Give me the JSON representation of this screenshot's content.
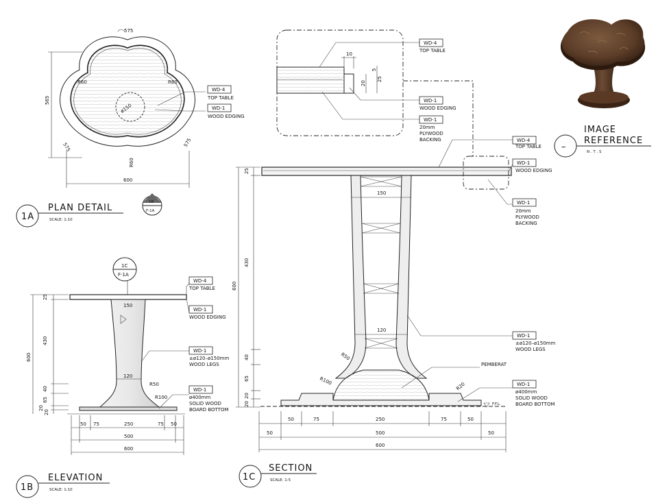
{
  "plan": {
    "title": "PLAN DETAIL",
    "number": "1A",
    "scale": "SCALE: 1:10",
    "dim_top": "575",
    "dim_left": "565",
    "dim_bottom": "600",
    "dim_diameter": "ø150",
    "r60_a": "R60",
    "r60_b": "R60",
    "r60_c": "R60",
    "r575_a": "575",
    "r575_b": "575",
    "tag1_code": "WD-4",
    "tag1_desc": "TOP TABLE",
    "tag2_code": "WD-1",
    "tag2_desc": "WOOD EDGING",
    "ref_top": "1B",
    "ref_bottom": "F-1A"
  },
  "elevation": {
    "title": "ELEVATION",
    "number": "1B",
    "scale": "SCALE: 1:10",
    "ref_top": "1C",
    "ref_bottom": "F-1A",
    "dims_left": [
      "25",
      "430",
      "40",
      "65",
      "20",
      "20"
    ],
    "dim_total": "600",
    "dim_150": "150",
    "dim_120": "120",
    "r50": "R50",
    "r100": "R100",
    "dims_bottom": [
      "50",
      "75",
      "250",
      "75",
      "50"
    ],
    "dim_500": "500",
    "dim_600": "600",
    "tags": [
      {
        "code": "WD-4",
        "desc": "TOP TABLE"
      },
      {
        "code": "WD-1",
        "desc": "WOOD EDGING"
      },
      {
        "code": "WD-1",
        "desc1": "±ø120–ø150mm",
        "desc2": "WOOD LEGS"
      },
      {
        "code": "WD-1",
        "desc1": "ø400mm",
        "desc2": "SOLID WOOD",
        "desc3": "BOARD BOTTOM"
      }
    ]
  },
  "section": {
    "title": "SECTION",
    "number": "1C",
    "scale": "SCALE: 1:5",
    "dims_left": [
      "25",
      "430",
      "40",
      "65",
      "20",
      "20"
    ],
    "dim_total": "600",
    "dim_150": "150",
    "dim_120": "120",
    "r50": "R50",
    "r100": "R100",
    "r20": "R20",
    "pemberat": "PEMBERAT",
    "ffl": "F.F.L.",
    "dims_bottom": [
      "50",
      "50",
      "75",
      "250",
      "75",
      "50",
      "50"
    ],
    "dim_500": "500",
    "dim_600": "600",
    "tags": [
      {
        "code": "WD-4",
        "desc": "TOP TABLE"
      },
      {
        "code": "WD-1",
        "desc": "WOOD EDGING"
      },
      {
        "code": "WD-1",
        "desc1": "20mm",
        "desc2": "PLYWOOD",
        "desc3": "BACKING"
      },
      {
        "code": "WD-1",
        "desc1": "±ø120–ø150mm",
        "desc2": "WOOD LEGS"
      },
      {
        "code": "WD-1",
        "desc1": "ø400mm",
        "desc2": "SOLID WOOD",
        "desc3": "BOARD BOTTOM"
      }
    ]
  },
  "detail": {
    "dim_10": "10",
    "dim_5": "5",
    "dim_20": "20",
    "dim_25": "25",
    "tags": [
      {
        "code": "WD-4",
        "desc": "TOP TABLE"
      },
      {
        "code": "WD-1",
        "desc": "WOOD EDGING"
      },
      {
        "code": "WD-1",
        "desc1": "20mm",
        "desc2": "PLYWOOD",
        "desc3": "BACKING"
      }
    ]
  },
  "image_reference": {
    "title1": "IMAGE",
    "title2": "REFERENCE",
    "symbol": "–",
    "note": "N . T . S"
  }
}
